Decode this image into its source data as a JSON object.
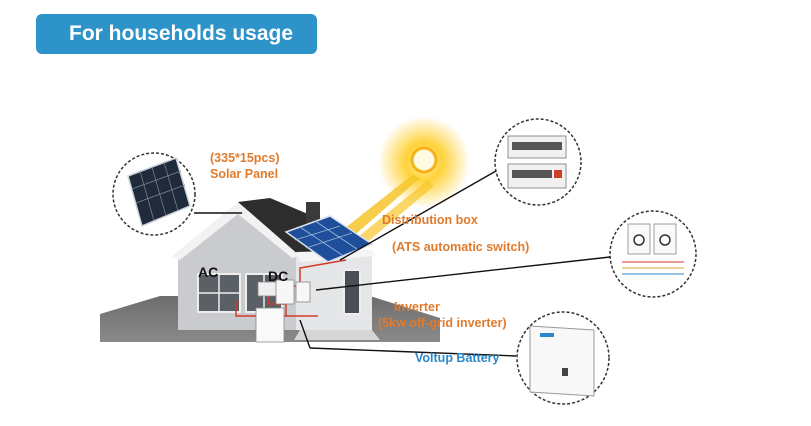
{
  "title": "For households usage",
  "labels": {
    "solar_count": "(335*15pcs)",
    "solar_panel": "Solar Panel",
    "distribution_box": "Distribution box",
    "ats": "(ATS automatic switch)",
    "inverter": "Inverter",
    "inverter_spec": "(5kw off-grid inverter)",
    "battery": "Voltup Battery",
    "ac": "AC",
    "dc": "DC"
  },
  "colors": {
    "badge": "#2e93c9",
    "label_orange": "#e07b2d",
    "label_blue": "#2b87c7",
    "sun": "#f7b21a"
  }
}
